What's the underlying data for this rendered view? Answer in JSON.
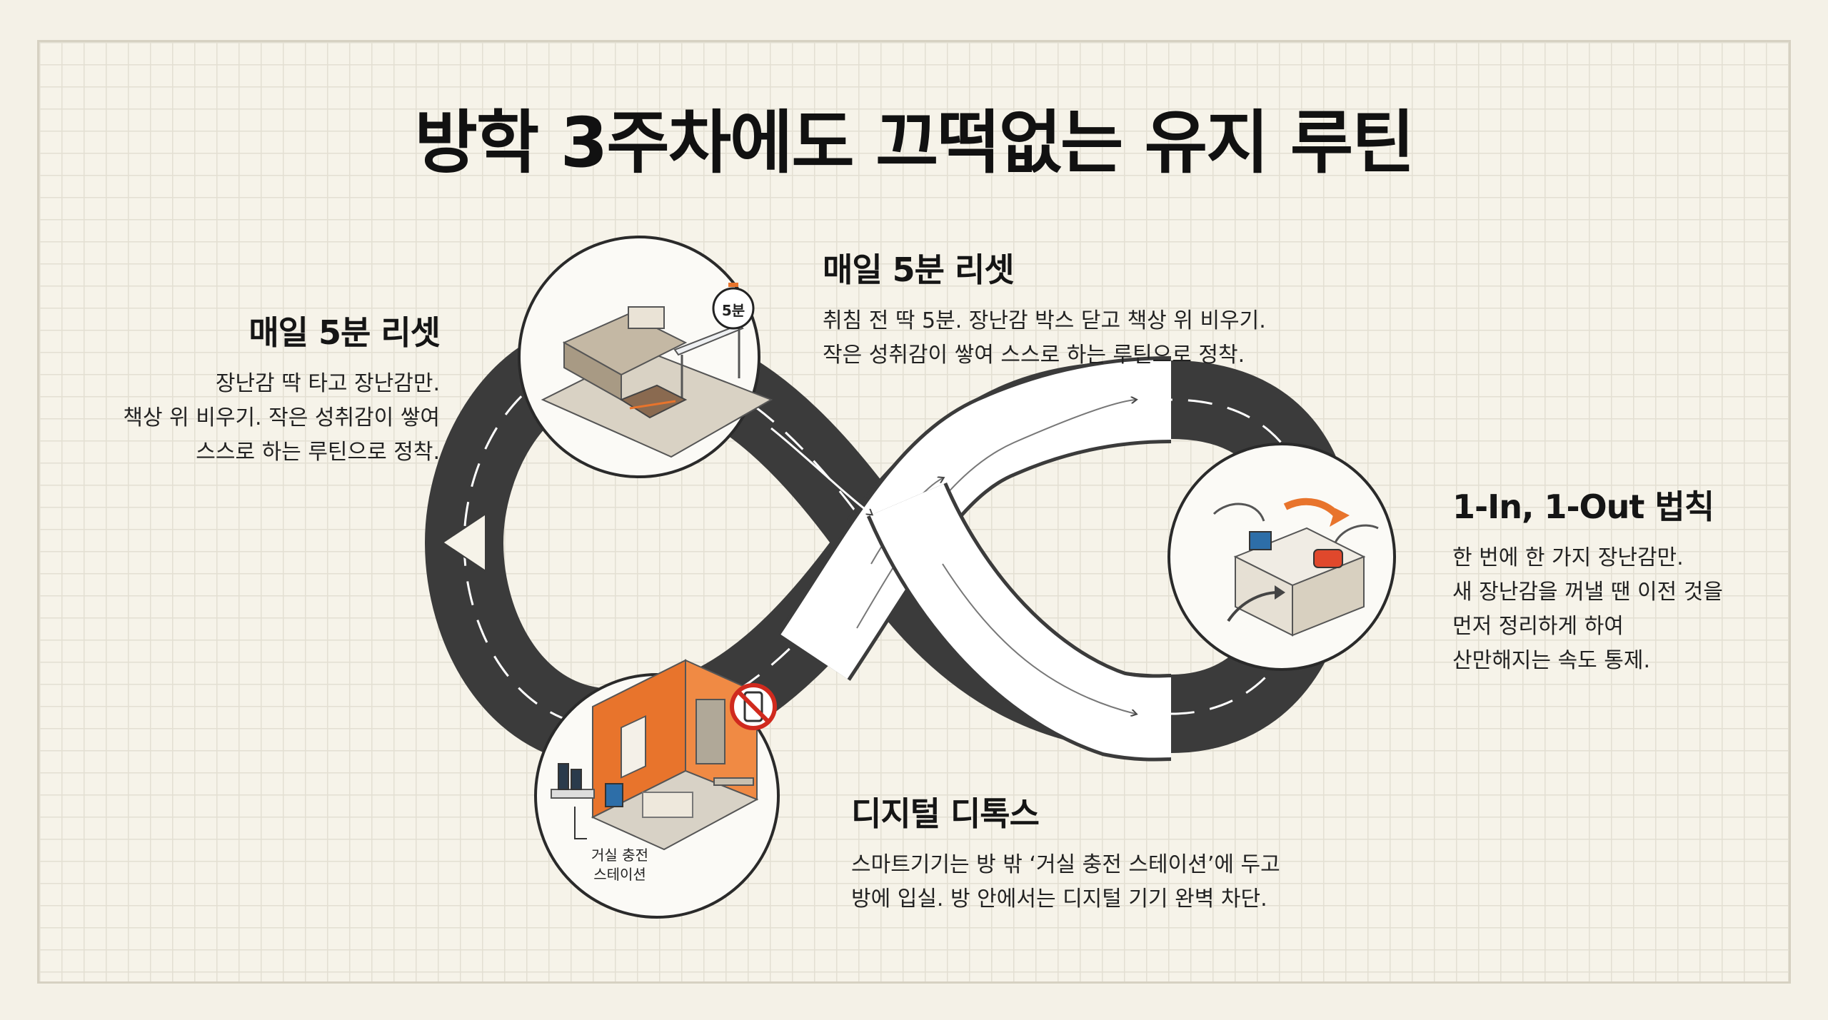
{
  "title": "방학 3주차에도 끄떡없는 유지 루틴",
  "left_block": {
    "heading": "매일 5분 리셋",
    "lines": [
      "장난감 딱 타고 장난감만.",
      "책상 위 비우기. 작은 성취감이 쌓여",
      "스스로 하는 루틴으로 정착."
    ]
  },
  "top_block": {
    "heading": "매일 5분 리셋",
    "lines": [
      "취침 전 딱 5분. 장난감 박스 닫고 책상 위 비우기.",
      "작은 성취감이 쌓여 스스로 하는 루틴으로 정착."
    ]
  },
  "right_block": {
    "heading": "1-In, 1-Out 법칙",
    "lines": [
      "한 번에 한 가지 장난감만.",
      "새 장난감을 꺼낼 땐 이전 것을",
      "먼저 정리하게 하여",
      "산만해지는 속도 통제."
    ]
  },
  "bottom_block": {
    "heading": "디지털 디톡스",
    "lines": [
      "스마트기기는 방 밖 ‘거실 충전 스테이션’에 두고",
      "방에 입실. 방 안에서는 디지털 기기 완벽 차단."
    ]
  },
  "timer_label": "5분",
  "station_label": [
    "거실 충전",
    "스테이션"
  ],
  "icons": [
    "timer-icon",
    "no-phone-icon",
    "swap-arrow-icon"
  ],
  "colors": {
    "road": "#3b3b3b",
    "road_light": "#ffffff",
    "accent_orange": "#e8742c",
    "background": "#f4f1e7"
  }
}
